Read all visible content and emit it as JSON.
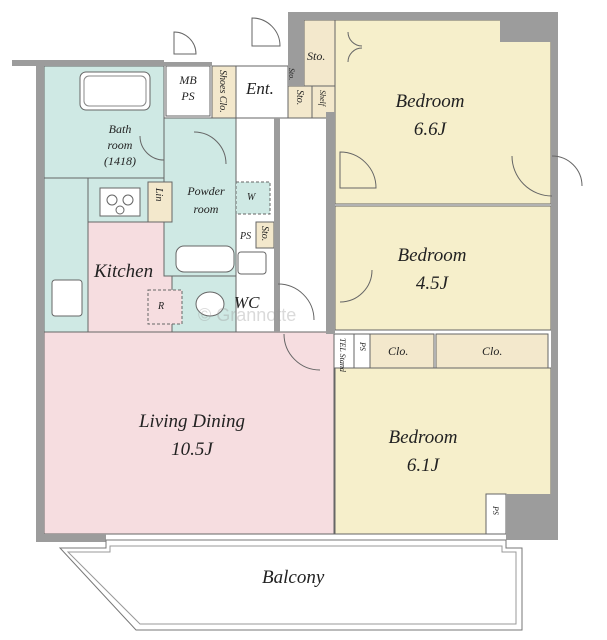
{
  "rooms": {
    "bedroom_1": {
      "name": "Bedroom",
      "size": "6.6J"
    },
    "bedroom_2": {
      "name": "Bedroom",
      "size": "4.5J"
    },
    "bedroom_3": {
      "name": "Bedroom",
      "size": "6.1J"
    },
    "living": {
      "name": "Living Dining",
      "size": "10.5J"
    },
    "kitchen": {
      "name": "Kitchen"
    },
    "bath": {
      "line1": "Bath",
      "line2": "room",
      "line3": "(1418)"
    },
    "powder": {
      "line1": "Powder",
      "line2": "room"
    },
    "wc": {
      "name": "WC"
    },
    "entrance": {
      "name": "Ent."
    },
    "balcony": {
      "name": "Balcony"
    }
  },
  "labels": {
    "mbps_1": "MB",
    "mbps_2": "PS",
    "shoes_clo": "Shoes Clo.",
    "sto_top": "Sto.",
    "sto_ent": "Sto.",
    "sto_small": "Sto.",
    "sto_powder": "Sto.",
    "shelf": "Shelf",
    "lin": "Lin",
    "w": "W",
    "ps_powder": "PS",
    "ps_bedroom": "PS",
    "ps_mid": "PS",
    "r": "R",
    "tel": "TEL Stand",
    "clo_1": "Clo.",
    "clo_2": "Clo."
  },
  "watermark": "© Grannotte",
  "colors": {
    "bedroom": "#f6efcb",
    "living": "#f6dde0",
    "kitchen": "#f6dde0",
    "wet_area": "#cfe9e4",
    "entrance": "#ffffff",
    "storage": "#f3e8cc",
    "wall": "#9c9c9c"
  }
}
